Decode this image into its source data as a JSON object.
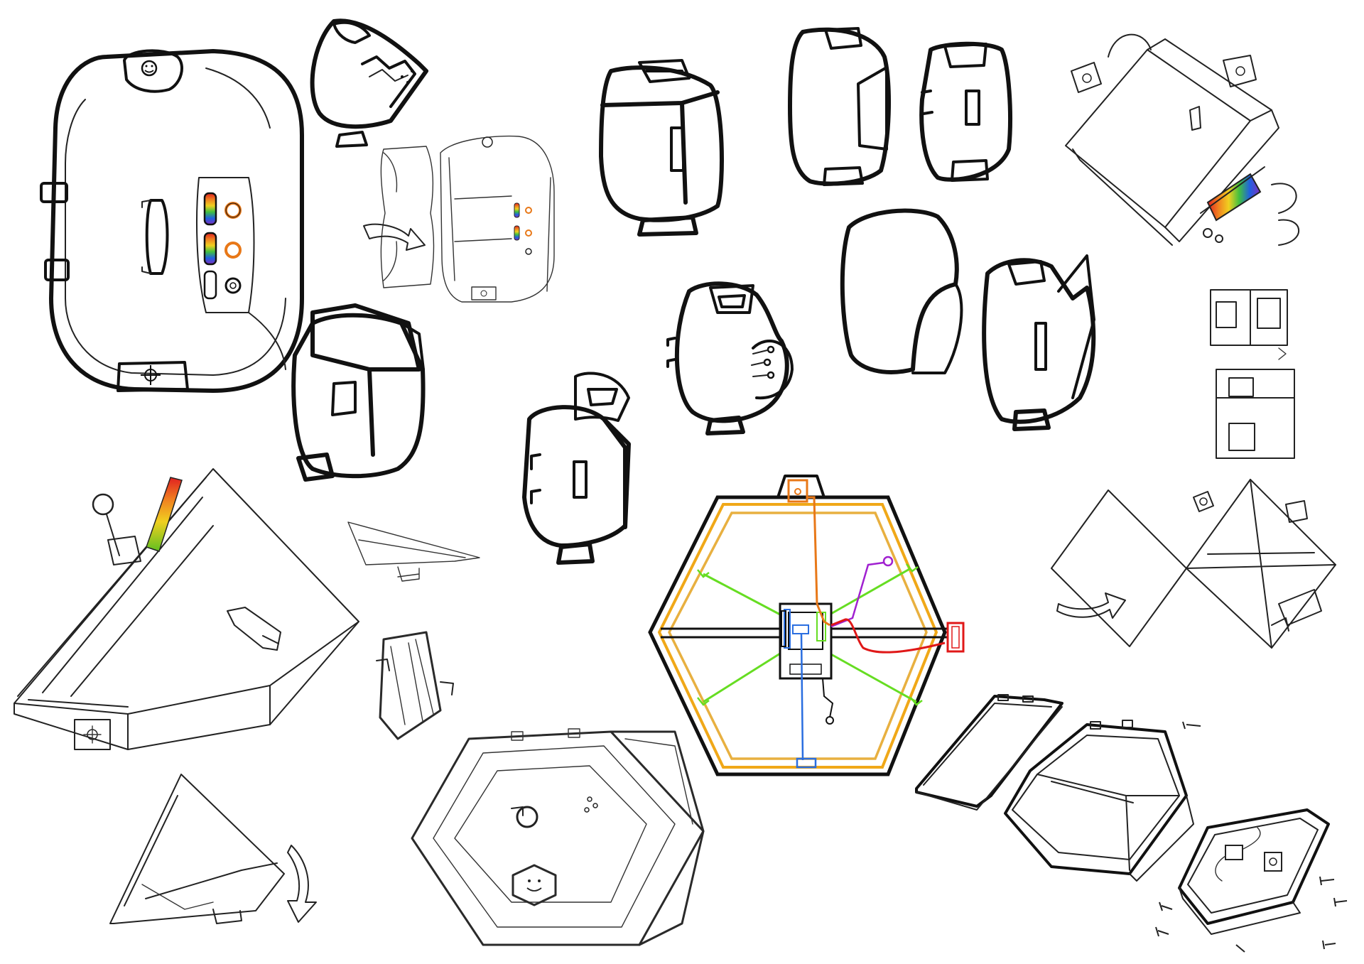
{
  "sheet": {
    "background": "#ffffff",
    "ink": "#111111",
    "colors": {
      "frame": "#f0a818",
      "frame_inner": "#e8b040",
      "wire_orange": "#e87818",
      "wire_green": "#66dd22",
      "wire_purple": "#a020d0",
      "wire_blue": "#2a6ee0",
      "wire_red": "#e01818",
      "rainbow": [
        "#e02020",
        "#f08020",
        "#f0d020",
        "#40c040",
        "#2060e0",
        "#8030c0"
      ]
    }
  },
  "sketches": [
    {
      "id": "main-oval-device",
      "icons": [
        "smiley-icon",
        "crosshair-icon",
        "handle-icon",
        "rainbow-meter-icon",
        "knob-icon"
      ]
    },
    {
      "id": "small-oval-front-view",
      "icons": [
        "zigzag-panel-icon",
        "foot-icon"
      ]
    },
    {
      "id": "oval-device-open-view",
      "icons": [
        "rotate-arrow-icon",
        "smiley-icon",
        "crosshair-icon",
        "rainbow-meter-icon"
      ]
    },
    {
      "id": "rounded-box-variant-a",
      "icons": [
        "handle-icon",
        "foot-icon"
      ]
    },
    {
      "id": "split-capsule-pair",
      "icons": [
        "handle-icon",
        "foot-icon"
      ]
    },
    {
      "id": "cube-device-isometric",
      "icons": [
        "smiley-icon",
        "rainbow-meter-icon",
        "strap-icon"
      ]
    },
    {
      "id": "rounded-box-variant-b",
      "icons": [
        "handle-icon",
        "foot-icon"
      ]
    },
    {
      "id": "rounded-box-variant-c",
      "icons": [
        "handle-icon",
        "foot-icon"
      ]
    },
    {
      "id": "capsule-with-knobs",
      "icons": [
        "knob-icon",
        "foot-icon"
      ]
    },
    {
      "id": "shell-pair",
      "icons": [
        "handle-icon",
        "foot-icon"
      ]
    },
    {
      "id": "cube-net-sketches",
      "icons": [
        "hinge-icon"
      ]
    },
    {
      "id": "triangle-prism-device",
      "icons": [
        "joystick-icon",
        "rainbow-meter-icon",
        "crosshair-icon",
        "handle-icon"
      ]
    },
    {
      "id": "wedge-sketches",
      "icons": [
        "rotate-arrow-icon"
      ]
    },
    {
      "id": "diamond-open-view",
      "icons": [
        "rotate-arrow-icon",
        "smiley-icon"
      ]
    },
    {
      "id": "hexagon-wiring-diagram",
      "icons": [
        "battery-icon",
        "switch-icon",
        "led-icon",
        "hinge-icon"
      ]
    },
    {
      "id": "hexagon-pencil-render",
      "icons": [
        "smiley-icon",
        "knob-icon"
      ]
    },
    {
      "id": "hexagon-exploded-view",
      "icons": [
        "screw-icon",
        "battery-icon",
        "switch-icon"
      ]
    }
  ]
}
